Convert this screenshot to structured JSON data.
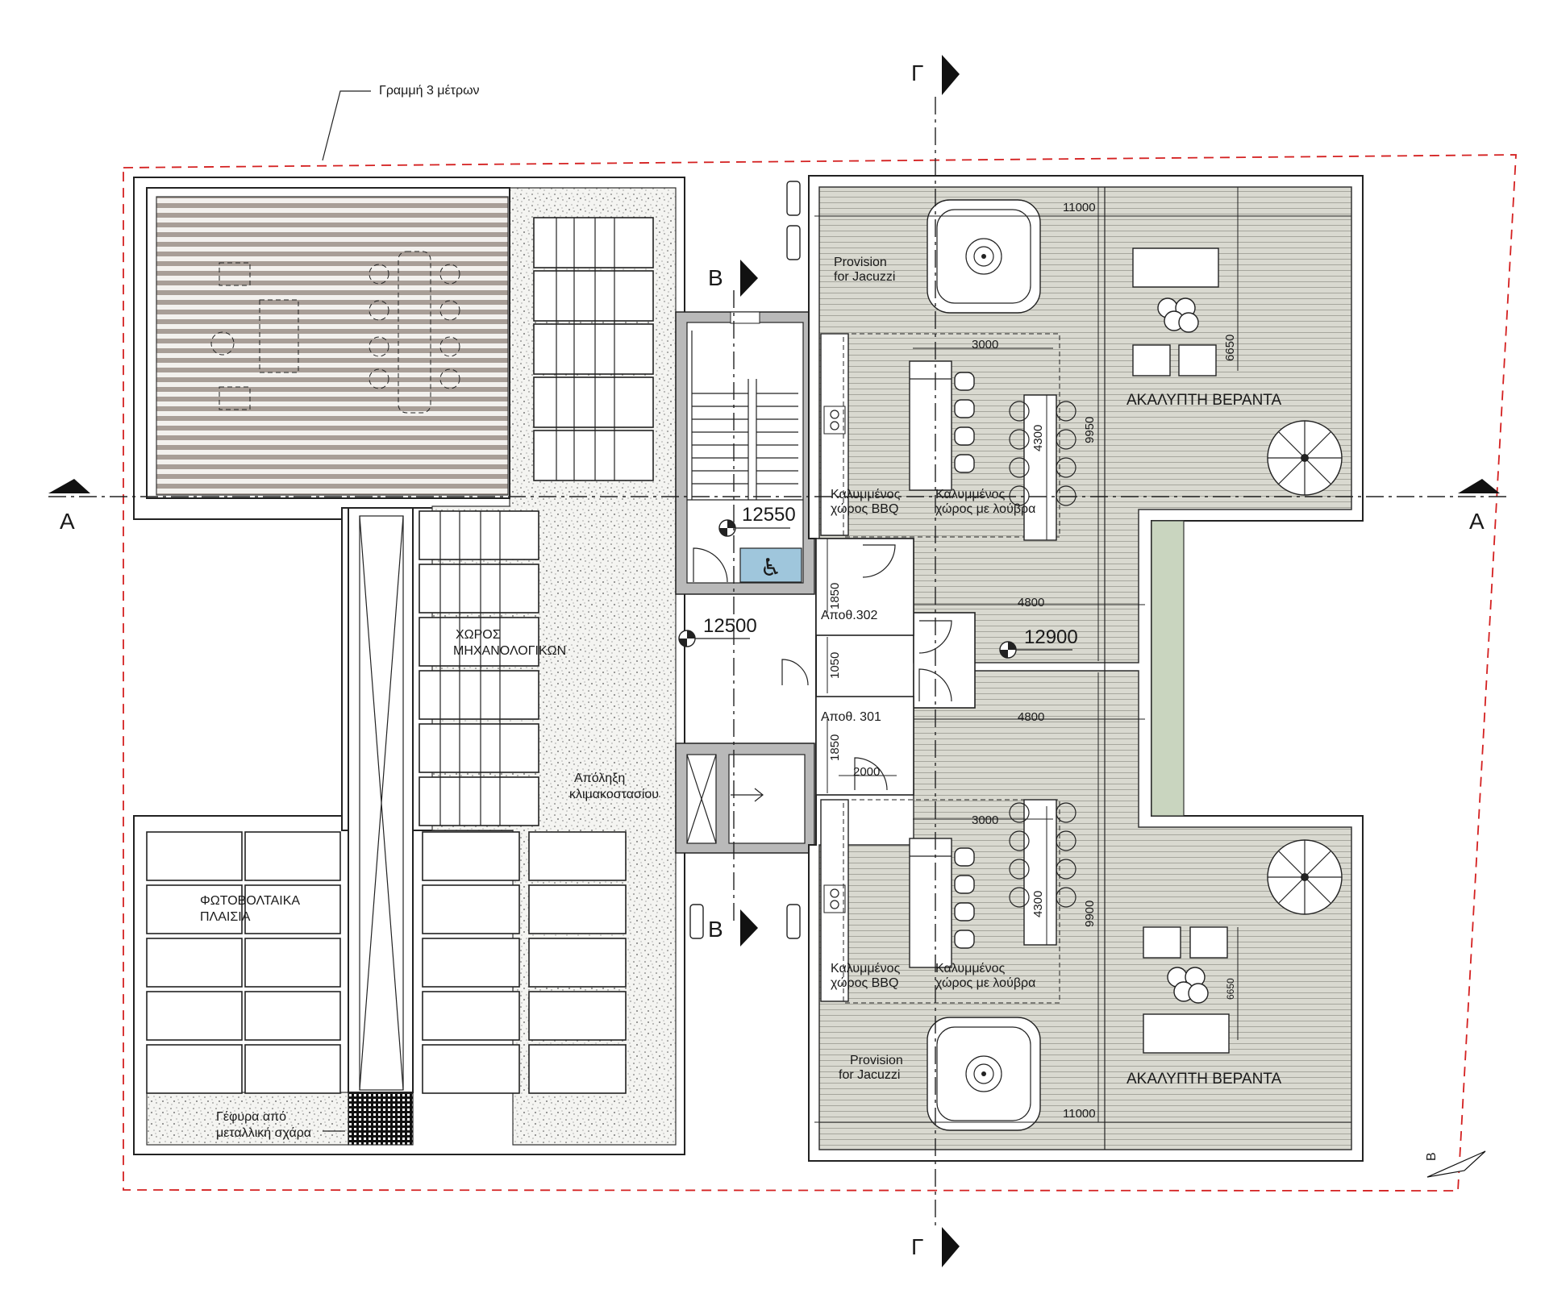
{
  "annotations": {
    "setback_line_label": "Γραμμή 3 μέτρων",
    "section_a": "Α",
    "section_b": "Β",
    "section_g": "Γ",
    "north_label": "Β"
  },
  "rooms": {
    "mechanical_area": [
      "ΧΩΡΟΣ",
      "ΜΗΧΑΝΟΛΟΓΙΚΩΝ"
    ],
    "pv_panels": [
      "ΦΩΤΟΒΟΛΤΑΙΚΑ",
      "ΠΛΑΙΣΙΑ"
    ],
    "bridge": [
      "Γέφυρα από",
      "μεταλλική σχάρα"
    ],
    "stair_landing": [
      "Απόληξη",
      "κλιμακοστασίου"
    ],
    "storage_302": "Αποθ.302",
    "storage_301": "Αποθ. 301",
    "open_veranda_top": "ΑΚΑΛΥΠΤΗ ΒΕΡΑΝΤΑ",
    "open_veranda_bottom": "ΑΚΑΛΥΠΤΗ ΒΕΡΑΝΤΑ",
    "covered_bbq": [
      "Καλυμμένος",
      "χώρος BBQ"
    ],
    "covered_louvres": [
      "Καλυμμένος",
      "χώρος με λούβρα"
    ],
    "jacuzzi": [
      "Provision",
      "for Jacuzzi"
    ]
  },
  "levels": {
    "stair_top": "12550",
    "landing": "12500",
    "hall": "12900"
  },
  "dimensions": {
    "veranda_width_top": "11000",
    "veranda_width_bottom": "11000",
    "veranda_depth_top": "6650",
    "veranda_depth_bottom": "6650",
    "unit_depth_top": "9950",
    "unit_depth_bottom": "9900",
    "pergola_width_top": "3000",
    "pergola_width_bottom": "3000",
    "pergola_depth_top": "4300",
    "pergola_depth_bottom": "4300",
    "corridor_top": "4800",
    "corridor_bottom": "4800",
    "storage_302_depth": "1850",
    "storage_301_depth": "1850",
    "hall_depth": "1050",
    "storage_301_width": "2000"
  }
}
